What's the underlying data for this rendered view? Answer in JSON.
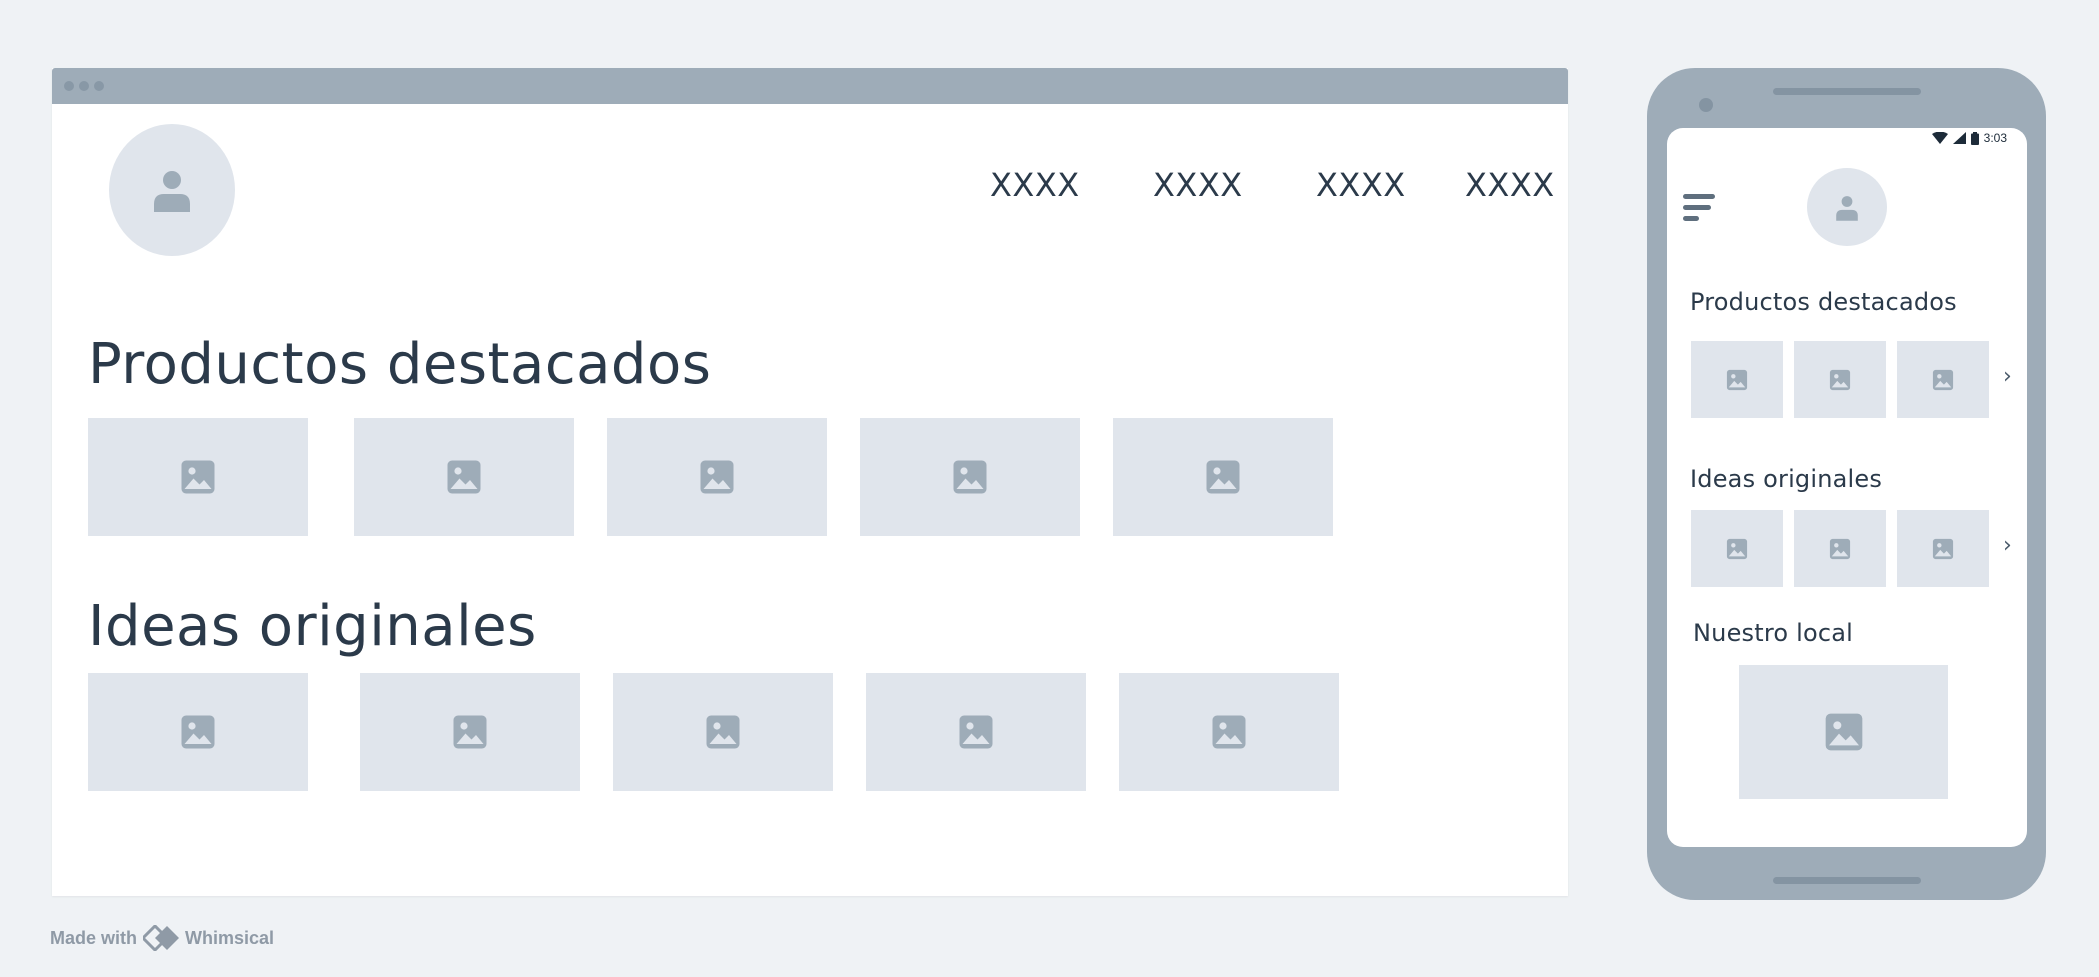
{
  "desktop": {
    "nav": [
      "XXXX",
      "XXXX",
      "XXXX",
      "XXXX"
    ],
    "section1_title": "Productos destacados",
    "section2_title": "Ideas originales"
  },
  "mobile": {
    "status_time": "3:03",
    "section1_title": "Productos destacados",
    "section2_title": "Ideas originales",
    "section3_title": "Nuestro local",
    "chevron": "›"
  },
  "footer": {
    "made_with": "Made with",
    "brand": "Whimsical"
  },
  "icons": {
    "avatar": "user-icon",
    "image": "image-placeholder-icon",
    "menu": "hamburger-menu-icon",
    "logo": "whimsical-logo-icon"
  },
  "colors": {
    "page_bg": "#eff2f5",
    "frame": "#9eacb8",
    "placeholder": "#e0e5ec",
    "icon": "#9eacb8",
    "text": "#2b3a4a"
  }
}
